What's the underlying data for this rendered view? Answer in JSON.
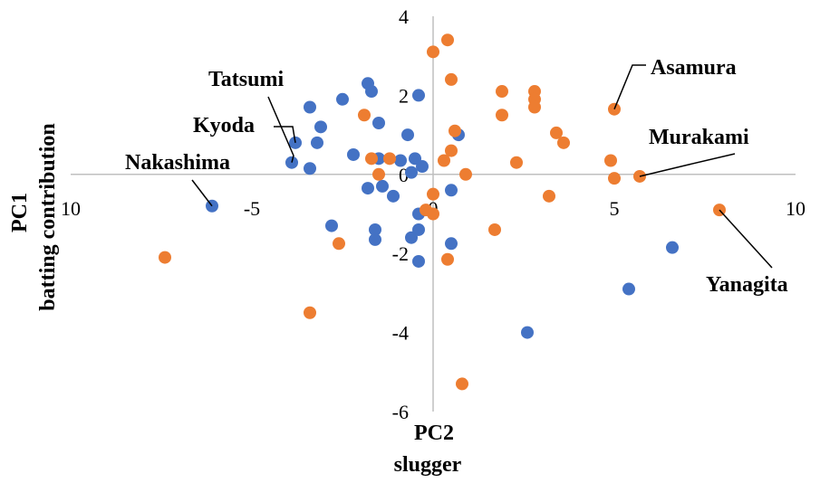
{
  "chart_data": {
    "type": "scatter",
    "title": "",
    "xlabel": [
      "PC2",
      "slugger"
    ],
    "ylabel": [
      "PC1",
      "batting contribution"
    ],
    "xlim": [
      -10,
      10
    ],
    "ylim": [
      -6,
      4
    ],
    "x_ticks": [
      -10,
      -5,
      0,
      5,
      10
    ],
    "x_tick_labels": [
      "10",
      "-5",
      "0",
      "5",
      "10"
    ],
    "y_ticks": [
      4,
      2,
      0,
      -2,
      -4,
      -6
    ],
    "y_tick_labels": [
      "4",
      "2",
      "0",
      "-2",
      "-4",
      "-6"
    ],
    "grid": false,
    "legend": "none",
    "series": [
      {
        "color": "#4472C4",
        "points": [
          [
            -6.1,
            -0.8
          ],
          [
            -3.8,
            0.8
          ],
          [
            -3.9,
            0.3
          ],
          [
            -3.4,
            1.7
          ],
          [
            -3.1,
            1.2
          ],
          [
            -3.2,
            0.8
          ],
          [
            -3.4,
            0.15
          ],
          [
            -2.5,
            1.9
          ],
          [
            -1.8,
            2.3
          ],
          [
            -1.7,
            2.1
          ],
          [
            -1.5,
            1.3
          ],
          [
            -2.2,
            0.5
          ],
          [
            -1.5,
            0.4
          ],
          [
            -1.4,
            -0.3
          ],
          [
            -1.8,
            -0.35
          ],
          [
            -1.1,
            -0.55
          ],
          [
            -0.7,
            1.0
          ],
          [
            -0.5,
            0.4
          ],
          [
            -0.6,
            0.05
          ],
          [
            -0.9,
            0.35
          ],
          [
            -0.3,
            0.2
          ],
          [
            -0.4,
            2.0
          ],
          [
            -0.4,
            -1.0
          ],
          [
            -0.4,
            -1.4
          ],
          [
            -0.6,
            -1.6
          ],
          [
            -1.6,
            -1.4
          ],
          [
            -1.6,
            -1.65
          ],
          [
            -2.8,
            -1.3
          ],
          [
            -0.4,
            -2.2
          ],
          [
            0.5,
            -0.4
          ],
          [
            0.5,
            -1.75
          ],
          [
            0.7,
            1.0
          ],
          [
            2.6,
            -4.0
          ],
          [
            5.4,
            -2.9
          ],
          [
            6.6,
            -1.85
          ]
        ]
      },
      {
        "color": "#ED7D31",
        "points": [
          [
            -7.4,
            -2.1
          ],
          [
            -3.4,
            -3.5
          ],
          [
            -2.6,
            -1.75
          ],
          [
            -1.9,
            1.5
          ],
          [
            -1.7,
            0.4
          ],
          [
            -1.5,
            0.0
          ],
          [
            -1.2,
            0.4
          ],
          [
            0.0,
            3.1
          ],
          [
            0.4,
            3.4
          ],
          [
            0.5,
            2.4
          ],
          [
            0.6,
            1.1
          ],
          [
            0.5,
            0.6
          ],
          [
            0.3,
            0.35
          ],
          [
            0.9,
            0.0
          ],
          [
            0.0,
            -0.5
          ],
          [
            -0.2,
            -0.9
          ],
          [
            0.0,
            -1.0
          ],
          [
            0.4,
            -2.15
          ],
          [
            0.8,
            -5.3
          ],
          [
            1.7,
            -1.4
          ],
          [
            1.9,
            2.1
          ],
          [
            1.9,
            1.5
          ],
          [
            2.3,
            0.3
          ],
          [
            2.8,
            2.1
          ],
          [
            2.8,
            1.9
          ],
          [
            2.8,
            1.7
          ],
          [
            3.2,
            -0.55
          ],
          [
            3.4,
            1.05
          ],
          [
            3.6,
            0.8
          ],
          [
            4.9,
            0.35
          ],
          [
            5.0,
            1.65
          ],
          [
            5.0,
            -0.1
          ],
          [
            5.7,
            -0.05
          ],
          [
            7.9,
            -0.9
          ]
        ]
      }
    ],
    "annotations": [
      {
        "text": "Nakashima",
        "x": -6.1,
        "y": -0.8
      },
      {
        "text": "Kyoda",
        "x": -3.8,
        "y": 0.8
      },
      {
        "text": "Tatsumi",
        "x": -3.9,
        "y": 0.3
      },
      {
        "text": "Asamura",
        "x": 5.0,
        "y": 1.65
      },
      {
        "text": "Murakami",
        "x": 5.7,
        "y": -0.05
      },
      {
        "text": "Yanagita",
        "x": 7.9,
        "y": -0.9
      }
    ]
  }
}
